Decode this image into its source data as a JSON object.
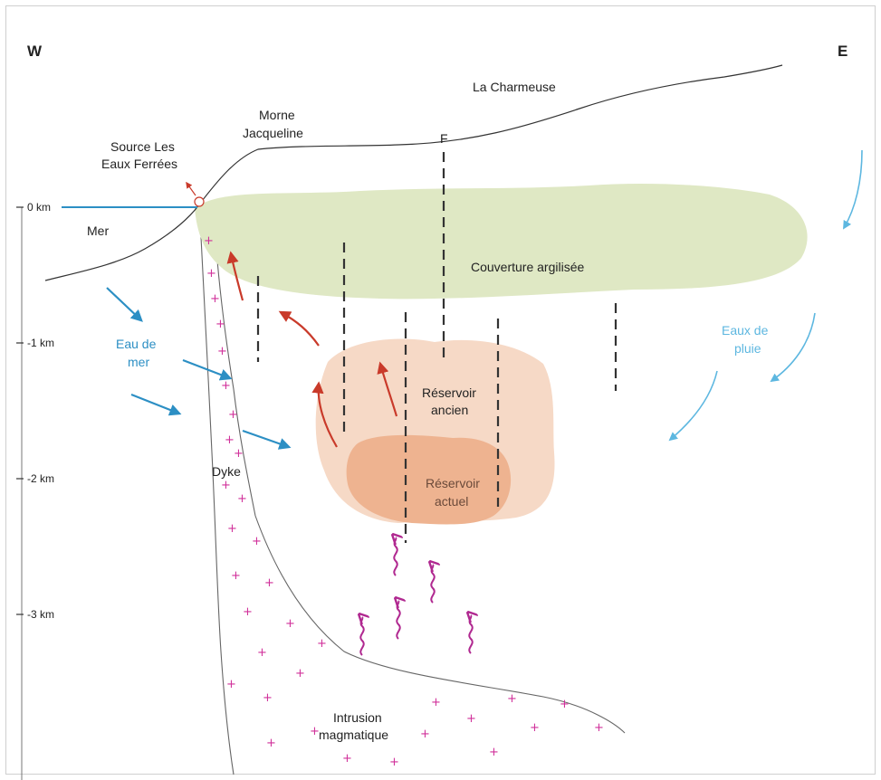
{
  "orientation": {
    "west": "W",
    "east": "E"
  },
  "depth_scale": {
    "ticks": [
      "0 km",
      "-1 km",
      "-2 km",
      "-3 km"
    ]
  },
  "labels": {
    "la_charmeuse": "La Charmeuse",
    "morne_line1": "Morne",
    "morne_line2": "Jacqueline",
    "fault": "F",
    "source_line1": "Source Les",
    "source_line2": "Eaux Ferrées",
    "mer": "Mer",
    "couverture": "Couverture argilisée",
    "eau_mer_line1": "Eau de",
    "eau_mer_line2": "mer",
    "eaux_pluie_line1": "Eaux de",
    "eaux_pluie_line2": "pluie",
    "reservoir_ancien_line1": "Réservoir",
    "reservoir_ancien_line2": "ancien",
    "reservoir_actuel_line1": "Réservoir",
    "reservoir_actuel_line2": "actuel",
    "dyke": "Dyke",
    "intrusion_line1": "Intrusion",
    "intrusion_line2": "magmatique"
  },
  "colors": {
    "clay_cover": "#dfe8c4",
    "old_reservoir": "#f6d9c6",
    "current_reservoir": "#eeb390",
    "seawater_arrow": "#2c8fc4",
    "rainwater_arrow": "#5db7e0",
    "hot_fluid_arrow": "#c93a2a",
    "heat_arrow": "#b02890",
    "magma_plus": "#d0309a"
  }
}
